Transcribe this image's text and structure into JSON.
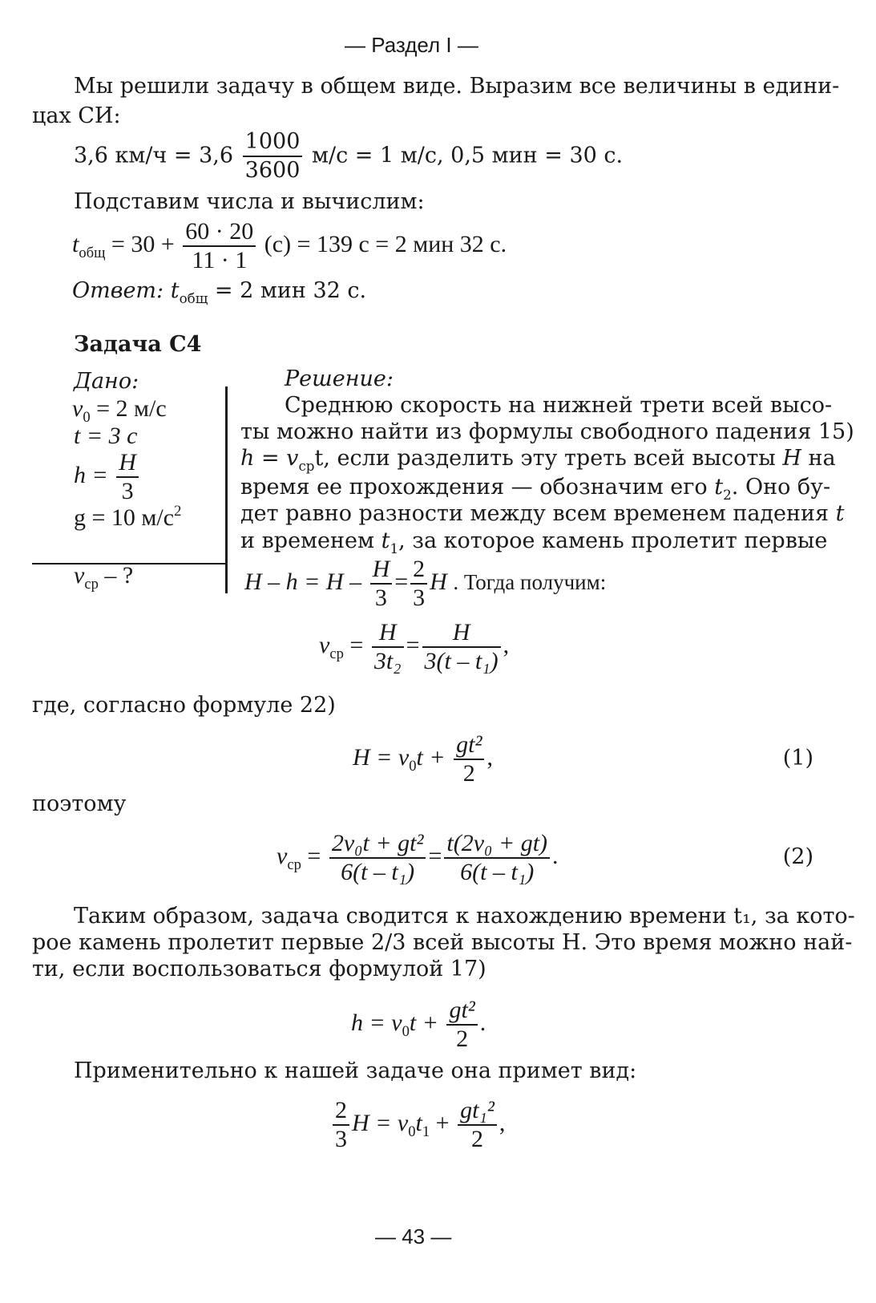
{
  "header": "— Раздел I —",
  "intro": {
    "line1": "Мы решили задачу в общем виде. Выразим все величины в едини-",
    "line2": "цах СИ:"
  },
  "conversion": {
    "left": "3,6 км/ч = 3,6",
    "num": "1000",
    "den": "3600",
    "right": "м/с = 1 м/с, 0,5 мин = 30 с."
  },
  "substitute": "Подставим числа и вычислим:",
  "calc": {
    "lhs": "t",
    "lhs_sub": "общ",
    "eq1": "= 30 +",
    "num": "60 · 20",
    "den": "11 · 1",
    "rest": "(с) = 139 с = 2 мин 32 с."
  },
  "answer": {
    "label": "Ответ:",
    "var": "t",
    "var_sub": "общ",
    "text": "= 2 мин 32 с."
  },
  "task_title": "Задача С4",
  "given": {
    "label": "Дано:",
    "v0_sym": "v",
    "v0_sub": "0",
    "v0_val": "= 2 м/с",
    "t_line": "t = 3 с",
    "h_sym": "h =",
    "h_num": "H",
    "h_den": "3",
    "g_line": "g = 10 м/с",
    "g_sup": "2",
    "find_sym": "v",
    "find_sub": "ср",
    "find_rest": "– ?"
  },
  "solution": {
    "label": "Решение:",
    "l1": "Среднюю скорость на нижней трети всей высо-",
    "l2": "ты можно найти из формулы свободного падения 15)",
    "l3a": "h = v",
    "l3sub": "ср",
    "l3b": "t, если разделить эту треть всей высоты",
    "l3H": "H",
    "l3c": "на",
    "l4a": "время ее прохождения — обозначим его",
    "l4t": "t",
    "l4sub": "2",
    "l4b": ". Оно бу-",
    "l5a": "дет равно разности между всем временем падения",
    "l5t": "t",
    "l6a": "и временем",
    "l6t": "t",
    "l6sub": "1",
    "l6b": ", за которое камень пролетит первые",
    "l7a": "H – h = H –",
    "l7num1": "H",
    "l7den1": "3",
    "l7eq": "=",
    "l7num2": "2",
    "l7den2": "3",
    "l7H": "H",
    "l7b": ". Тогда получим:"
  },
  "eq_vcp": {
    "lhs": "v",
    "lhs_sub": "ср",
    "num1": "H",
    "den1": "3t₂",
    "num2": "H",
    "den2": "3(t – t₁)",
    "tail": ","
  },
  "where": "где, согласно формуле 22)",
  "eq1": {
    "text_a": "H = v",
    "sub": "0",
    "text_b": "t +",
    "num": "gt²",
    "den": "2",
    "tail": ",",
    "no": "(1)"
  },
  "therefore": "поэтому",
  "eq2": {
    "lhs": "v",
    "lhs_sub": "ср",
    "num1": "2v₀t + gt²",
    "den1": "6(t – t₁)",
    "num2": "t(2v₀ + gt)",
    "den2": "6(t – t₁)",
    "tail": ".",
    "no": "(2)"
  },
  "para2": {
    "l1": "Таким образом, задача сводится к нахождению времени t₁, за кото-",
    "l2": "рое камень пролетит первые 2/3 всей высоты H. Это время можно най-",
    "l3": "ти, если воспользоваться формулой 17)"
  },
  "eq17": {
    "text_a": "h = v",
    "sub": "0",
    "text_b": "t +",
    "num": "gt²",
    "den": "2",
    "tail": "."
  },
  "apply": "Применительно к нашей задаче она примет вид:",
  "eq_last": {
    "num0": "2",
    "den0": "3",
    "text_a": "H = v",
    "sub0": "0",
    "text_b": "t",
    "sub1": "1",
    "text_c": "+",
    "num": "gt₁²",
    "den": "2",
    "tail": ","
  },
  "page_number": "— 43 —"
}
